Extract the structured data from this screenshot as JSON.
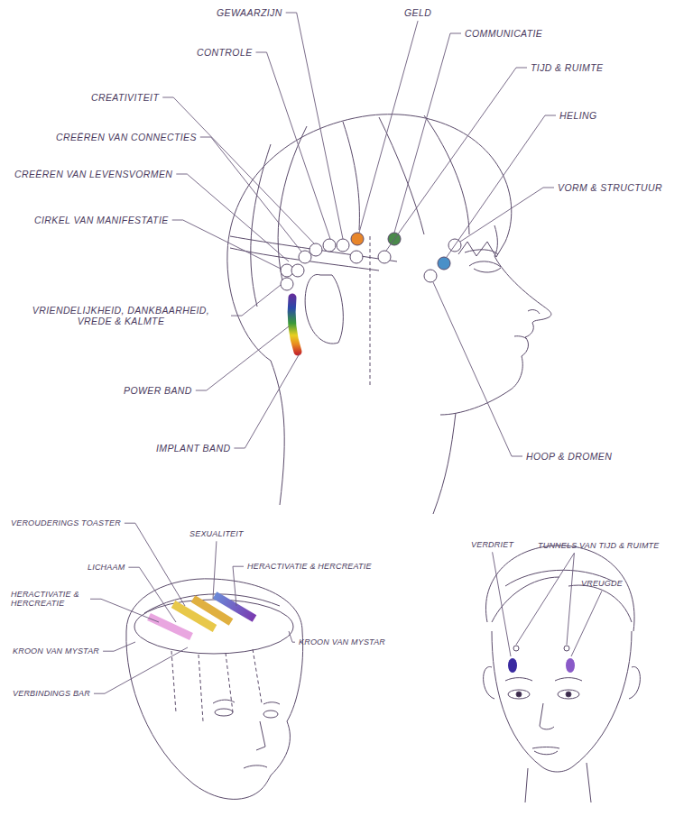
{
  "diagram": {
    "labels": [
      "GEWAARZIJN",
      "GELD",
      "CONTROLE",
      "COMMUNICATIE",
      "TIJD & RUIMTE",
      "CREATIVITEIT",
      "HELING",
      "CREËREN VAN CONNECTIES",
      "CREËREN VAN LEVENSVORMEN",
      "VORM & STRUCTUUR",
      "CIRKEL VAN MANIFESTATIE",
      "VRIENDELIJKHEID, DANKBAARHEID, VREDE & KALMTE",
      "POWER BAND",
      "IMPLANT BAND",
      "HOOP & DROMEN",
      "VEROUDERINGS TOASTER",
      "SEXUALITEIT",
      "LICHAAM",
      "HERACTIVATIE & HERCREATIE",
      "HERACTIVATIE & HERCREATIE",
      "KROON VAN MYSTAR",
      "KROON VAN MYSTAR",
      "VERBINDINGS BAR",
      "VERDRIET",
      "TUNNELS VAN TIJD & RUIMTE",
      "VREUGDE"
    ]
  }
}
